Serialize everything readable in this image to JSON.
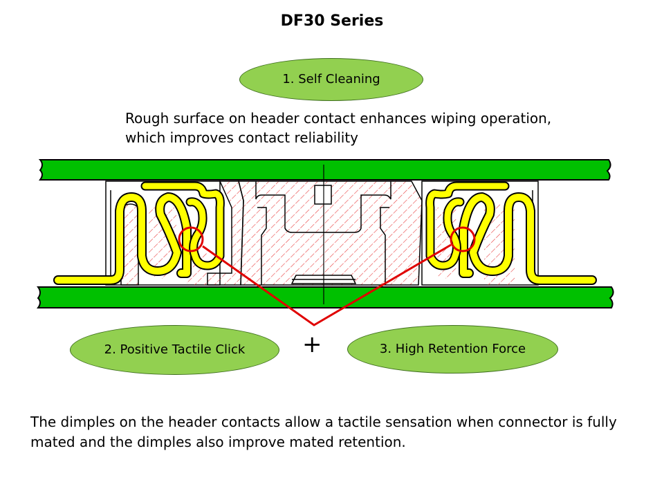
{
  "title": "DF30 Series",
  "callouts": {
    "self_cleaning": "1. Self Cleaning",
    "tactile_click": "2. Positive Tactile Click",
    "retention": "3. High Retention Force"
  },
  "plus_symbol": "+",
  "description_top": "Rough surface on header contact enhances wiping operation, which improves contact reliability",
  "description_bottom": "The dimples on the header contacts allow a tactile sensation when connector is fully mated and the dimples also improve mated retention.",
  "colors": {
    "board": "#00c000",
    "contact": "#ffff00",
    "callout_fill": "#92d050",
    "pointer": "#e00000",
    "hatch": "#e84040"
  }
}
